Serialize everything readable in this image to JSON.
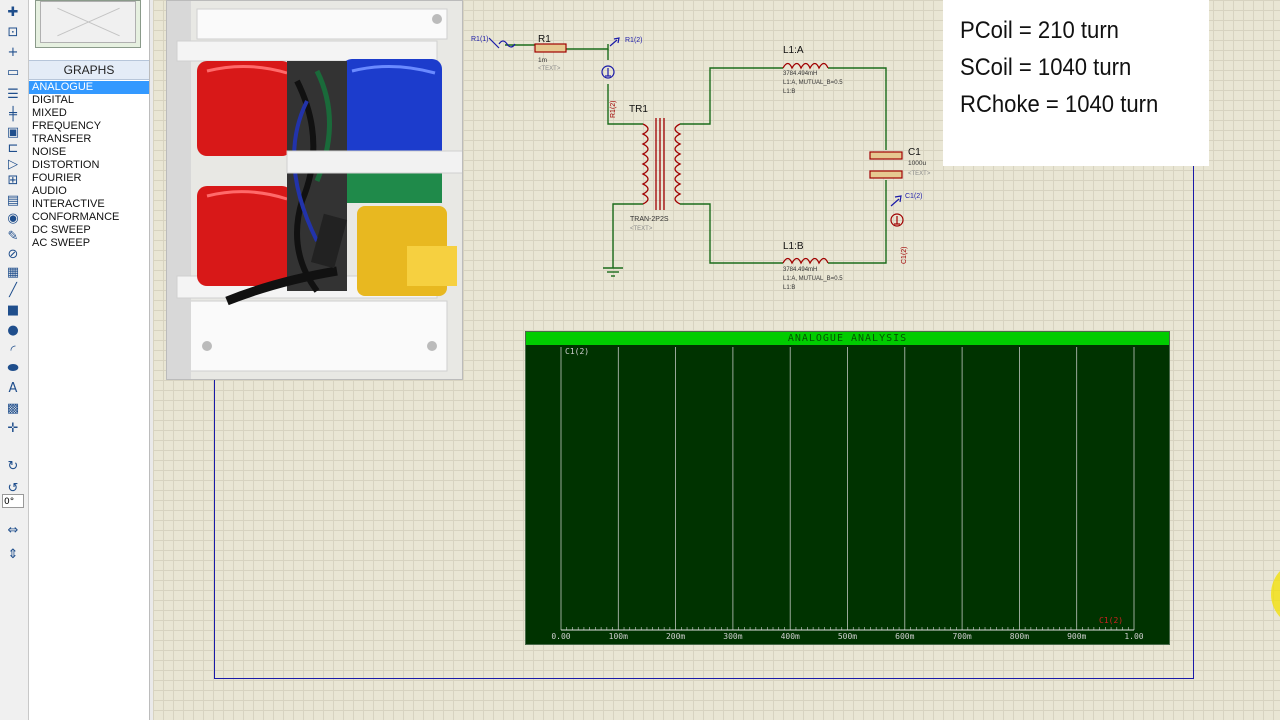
{
  "toolbar": {
    "icons": [
      "select-icon",
      "component-icon",
      "junction-icon",
      "label-icon",
      "text-script-icon",
      "bus-icon",
      "subcircuit-icon",
      "terminal-icon",
      "pin-icon",
      "graph-icon",
      "tape-icon",
      "generator-icon",
      "probe-voltage-icon",
      "probe-current-icon",
      "virtual-instrument-icon",
      "line-icon",
      "box-icon",
      "circle-icon",
      "arc-icon",
      "path-icon",
      "text-icon",
      "symbol-icon",
      "marker-icon",
      "rotate-cw-icon",
      "rotate-ccw-icon",
      "mirror-horizontal-icon",
      "mirror-vertical-icon"
    ],
    "angle_value": "0°"
  },
  "panel": {
    "header": "GRAPHS",
    "items": [
      "ANALOGUE",
      "DIGITAL",
      "MIXED",
      "FREQUENCY",
      "TRANSFER",
      "NOISE",
      "DISTORTION",
      "FOURIER",
      "AUDIO",
      "INTERACTIVE",
      "CONFORMANCE",
      "DC SWEEP",
      "AC SWEEP"
    ],
    "selected": "ANALOGUE"
  },
  "schematic": {
    "source_label": "R1(1)",
    "r1_name": "R1",
    "r1_value": "1m",
    "r1_text": "<TEXT>",
    "probe_r1_2": "R1(2)",
    "probe_r1_2_vertical": "R1(2)",
    "tr1_name": "TR1",
    "tr1_type": "TRAN-2P2S",
    "tr1_text": "<TEXT>",
    "l1a_name": "L1:A",
    "l1a_line1": "3784.494mH",
    "l1a_line2": "L1:A, MUTUAL_B=0.5",
    "l1a_line3": "L1:B",
    "l1b_name": "L1:B",
    "l1b_line1": "3784.494mH",
    "l1b_line2": "L1:A, MUTUAL_B=0.5",
    "l1b_line3": "L1:B",
    "c1_name": "C1",
    "c1_value": "1000u",
    "c1_text": "<TEXT>",
    "probe_c1_2": "C1(2)",
    "probe_c1_2_vertical": "C1(2)"
  },
  "notes": {
    "line1": "PCoil = 210 turn",
    "line2": "SCoil = 1040 turn",
    "line3": "RChoke = 1040 turn"
  },
  "graph": {
    "title": "ANALOGUE ANALYSIS",
    "trace_label": "C1(2)",
    "trace_label_right": "C1(2)",
    "x_ticks": [
      "0.00",
      "100m",
      "200m",
      "300m",
      "400m",
      "500m",
      "600m",
      "700m",
      "800m",
      "900m",
      "1.00"
    ],
    "x_range": [
      0,
      1.0
    ]
  },
  "colors": {
    "wire": "#1a6b1a",
    "component": "#a00000",
    "graph_bg": "#003300",
    "graph_title_bar": "#00cc00",
    "grid_line": "#e0e0e0"
  }
}
